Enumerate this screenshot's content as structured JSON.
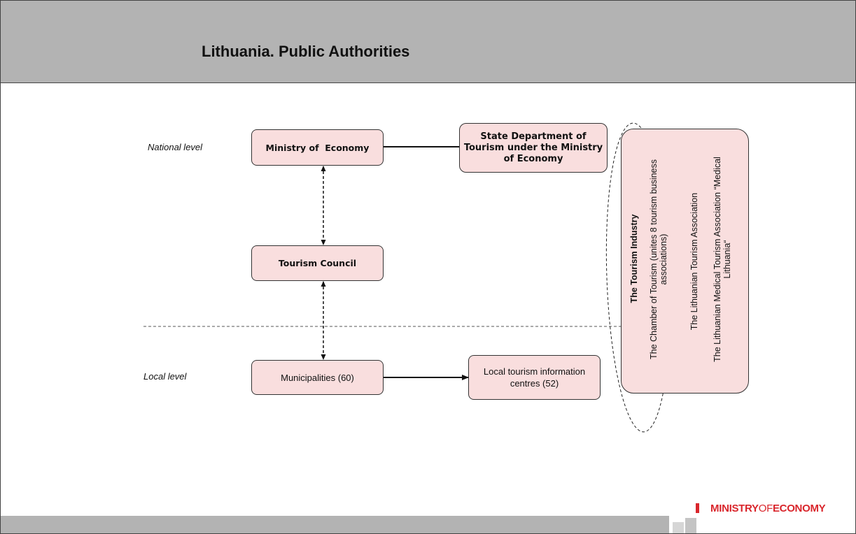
{
  "slide": {
    "title": "Lithuania. Public Authorities"
  },
  "levels": {
    "national": "National level",
    "local": "Local level"
  },
  "nodes": {
    "ministry": "Ministry of  Economy",
    "state_department": "State Department of Tourism under the Ministry of Economy",
    "tourism_council": "Tourism Council",
    "municipalities": "Municipalities (60)",
    "info_centres": "Local tourism information centres (52)"
  },
  "industry": {
    "heading": "The Tourism Industry",
    "chamber": "The Chamber of Tourism (unites 8 tourism business associations)",
    "lithuanian_association": "The Lithuanian Tourism Association",
    "medical_association": "The Lithuanian Medical Tourism Association “Medical Lithuania“"
  },
  "logo": {
    "ministry": "MINISTRY",
    "of": "OF",
    "economy": "ECONOMY"
  },
  "colors": {
    "box_fill": "#f9dede",
    "header_gray": "#b3b3b3",
    "brand_red": "#d9262c"
  }
}
